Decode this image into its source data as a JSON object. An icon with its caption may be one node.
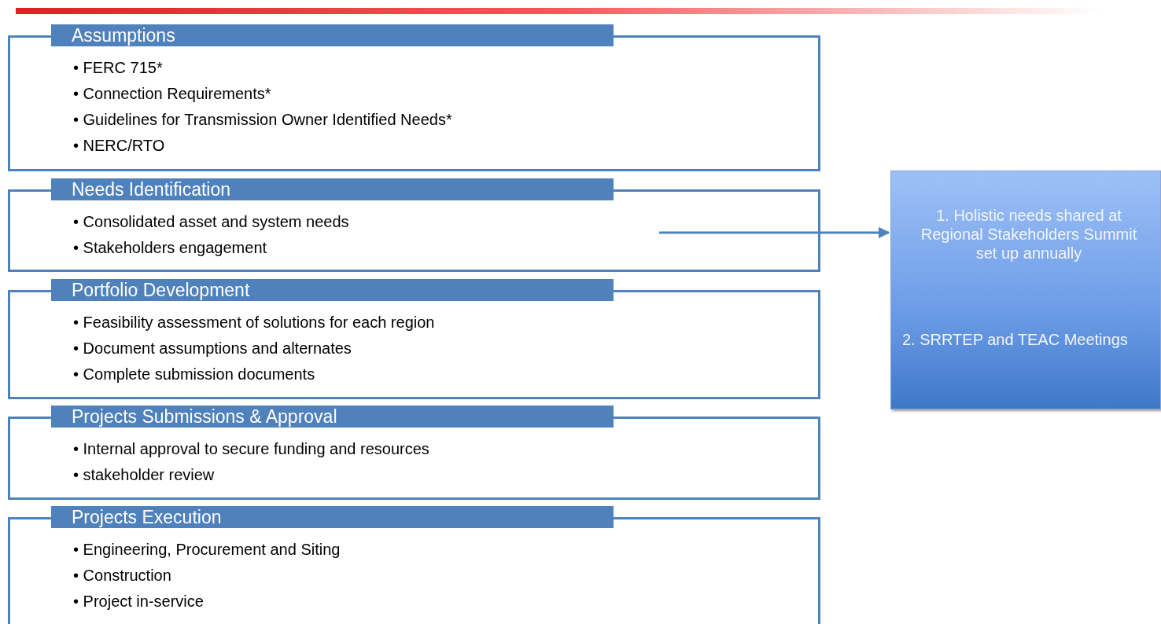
{
  "diagram": {
    "nodes": [
      {
        "text": [
          "Assumptions",
          "• FERC 715*",
          "• Connection Requirements*",
          "• Guidelines for Transmission Owner Identified Needs*",
          "• NERC/RTO"
        ]
      },
      {
        "text": [
          "Needs Identification",
          "• Consolidated asset and system needs",
          "• Stakeholders engagement"
        ]
      },
      {
        "text": [
          "Portfolio Development",
          "• Feasibility assessment of solutions for each region",
          "• Document assumptions and alternates",
          "• Complete submission documents"
        ]
      },
      {
        "text": [
          "Projects Submissions & Approval",
          "• Internal approval to secure funding and resources",
          "• stakeholder review"
        ]
      },
      {
        "text": [
          "Projects Execution",
          "• Engineering, Procurement and Siting",
          "• Construction",
          "• Project in-service"
        ]
      },
      {
        "text": [
          "1. Holistic needs shared at Regional Stakeholders Summit set up annually",
          "2. SRRTEP and TEAC Meetings"
        ]
      }
    ],
    "edges": [
      {
        "from": 1,
        "to": 5,
        "arrow": "to"
      }
    ]
  }
}
